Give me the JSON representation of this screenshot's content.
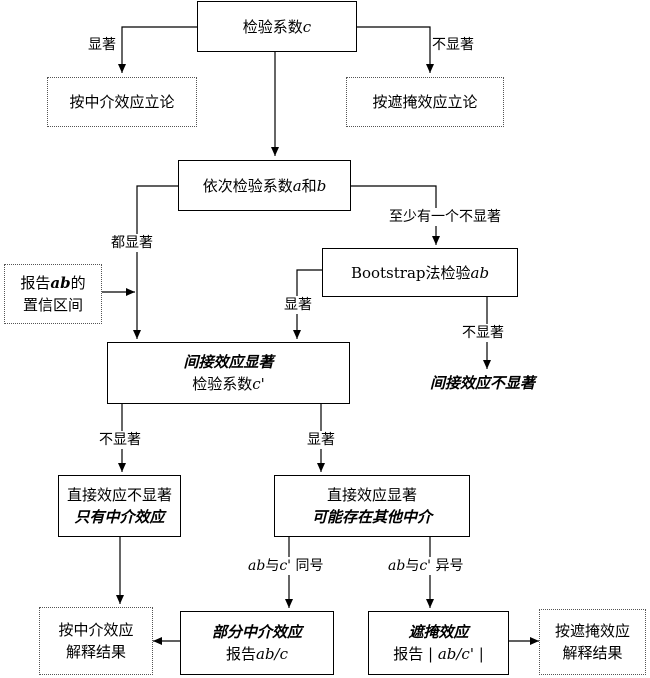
{
  "nodes": {
    "test_c": {
      "text": "检验系数",
      "var": "c"
    },
    "mediation_theory": {
      "text": "按中介效应立论"
    },
    "masking_theory": {
      "text": "按遮掩效应立论"
    },
    "test_ab": {
      "text": "依次检验系数",
      "var_a": "a",
      "conj": "和",
      "var_b": "b"
    },
    "report_ci": {
      "line1": "报告",
      "line1_var": "ab",
      "line1_end": "的",
      "line2": "置信区间"
    },
    "bootstrap": {
      "text": "Bootstrap法检验",
      "var": "ab"
    },
    "indirect_sig": {
      "line1": "间接效应显著",
      "line2": "检验系数",
      "line2_var": "c'"
    },
    "indirect_nonsig": {
      "text": "间接效应不显著"
    },
    "direct_nonsig": {
      "line1": "直接效应不显著",
      "line2": "只有中介效应"
    },
    "direct_sig": {
      "line1": "直接效应显著",
      "line2": "可能存在其他中介"
    },
    "mediation_result": {
      "line1": "按中介效应",
      "line2": "解释结果"
    },
    "partial_mediation": {
      "line1": "部分中介效应",
      "line2": "报告",
      "line2_var": "ab/c"
    },
    "masking_effect": {
      "line1": "遮掩效应",
      "line2": "报告",
      "line2_var": "ab/c'"
    },
    "masking_result": {
      "line1": "按遮掩效应",
      "line2": "解释结果"
    }
  },
  "edge_labels": {
    "sig_left": "显著",
    "nonsig_right": "不显著",
    "all_sig": "都显著",
    "at_least_one_nonsig": "至少有一个不显著",
    "boot_sig": "显著",
    "boot_nonsig": "不显著",
    "c_nonsig": "不显著",
    "c_sig": "显著",
    "same_sign": {
      "var_ab": "ab",
      "mid": "与",
      "var_c": "c'",
      "end": "同号"
    },
    "diff_sign": {
      "var_ab": "ab",
      "mid": "与",
      "var_c": "c'",
      "end": "异号"
    }
  }
}
